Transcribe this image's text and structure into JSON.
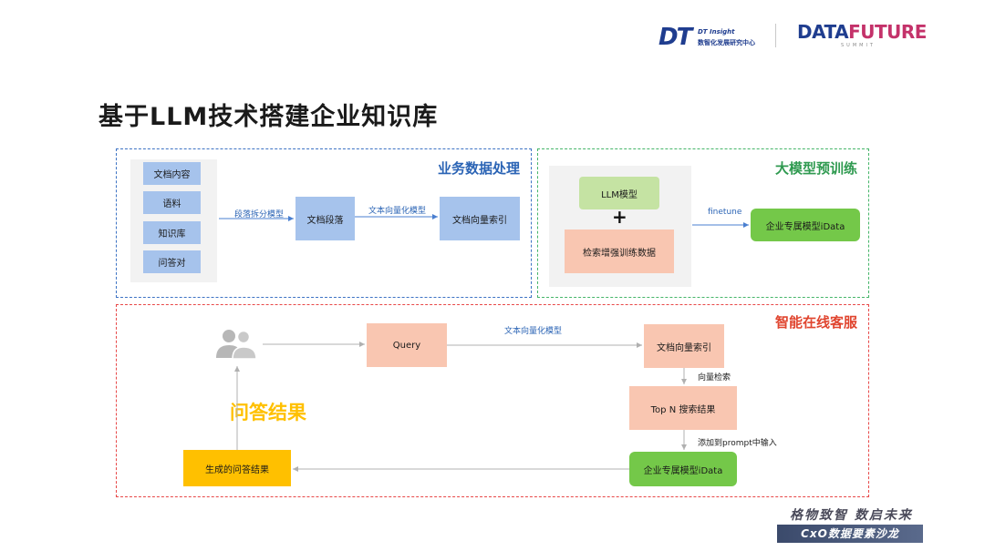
{
  "header": {
    "dt_logo_mark": "DT",
    "dt_logo_line1": "DT Insight",
    "dt_logo_line2": "数智化发展研究中心",
    "df_logo_part1": "DATA",
    "df_logo_part2": "FUTURE",
    "df_logo_sub": "SUMMIT"
  },
  "title": "基于LLM技术搭建企业知识库",
  "sections": {
    "business": {
      "title": "业务数据处理",
      "sources": [
        "文档内容",
        "语料",
        "知识库",
        "问答对"
      ],
      "edge1_label": "段落拆分模型",
      "node_segments": "文档段落",
      "edge2_label": "文本向量化模型",
      "node_index": "文档向量索引"
    },
    "pretrain": {
      "title": "大模型预训练",
      "node_llm": "LLM模型",
      "plus": "+",
      "node_data": "检索增强训练数据",
      "edge_label": "finetune",
      "node_model": "企业专属模型iData"
    },
    "service": {
      "title": "智能在线客服",
      "user_icon": "users-icon",
      "node_query": "Query",
      "edge_query_label": "文本向量化模型",
      "node_index": "文档向量索引",
      "edge_search_label": "向量检索",
      "node_topn": "Top N 搜索结果",
      "edge_prompt_label": "添加到prompt中输入",
      "node_model": "企业专属模型iData",
      "node_answer": "生成的问答结果",
      "answer_label": "问答结果"
    }
  },
  "footer": {
    "slogan": "格物致智 数启未来",
    "badge": "CxO数据要素沙龙"
  },
  "colors": {
    "blue_frame": "#3d73c4",
    "green_frame": "#45b569",
    "red_frame": "#e84848",
    "blue_box": "#a6c3ec",
    "green_box": "#74c849",
    "salmon_box": "#f9c6b1",
    "yellow_box": "#ffc000"
  }
}
